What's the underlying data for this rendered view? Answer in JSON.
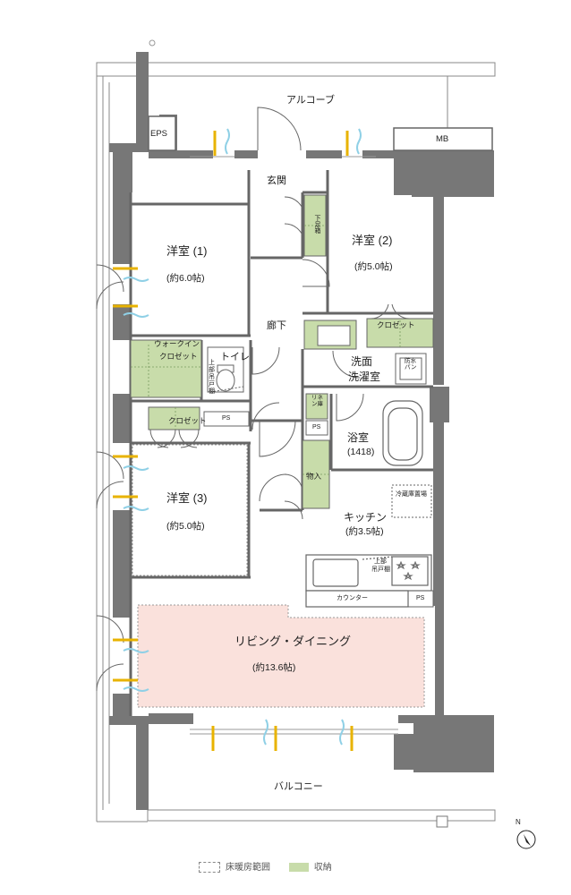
{
  "rooms": {
    "alcove": "アルコーブ",
    "eps": "EPS",
    "mb": "MB",
    "entrance": "玄関",
    "shoe_storage": "下足箱",
    "western1": {
      "name": "洋室 (1)",
      "size": "(約6.0帖)"
    },
    "western2": {
      "name": "洋室 (2)",
      "size": "(約5.0帖)"
    },
    "western3": {
      "name": "洋室 (3)",
      "size": "(約5.0帖)"
    },
    "hallway": "廊下",
    "closet": "クロゼット",
    "walkin_closet": [
      "ウォークイン",
      "クロゼット"
    ],
    "toilet": "トイレ",
    "upper_cabinet": [
      "上",
      "部",
      "吊",
      "戸",
      "棚"
    ],
    "ps": "PS",
    "washroom": [
      "洗面",
      "洗濯室"
    ],
    "waterproof_pan": [
      "防",
      "水",
      "パ",
      "ン"
    ],
    "linen": [
      "リ",
      "ネ",
      "ン",
      "庫"
    ],
    "bathroom": {
      "name": "浴室",
      "size": "(1418)"
    },
    "storage": "物入",
    "fridge": "冷蔵庫置場",
    "kitchen": {
      "name": "キッチン",
      "size": "(約3.5帖)"
    },
    "kitchen_upper": [
      "上部",
      "吊戸棚"
    ],
    "counter": "カウンター",
    "living": {
      "name": "リビング・ダイニング",
      "size": "(約13.6帖)"
    },
    "balcony": "バルコニー"
  },
  "compass": {
    "label": "N"
  },
  "legend": {
    "floor_heating": "床暖房範囲",
    "storage": "収納"
  },
  "colors": {
    "wall": "#777777",
    "storage": "#c8dcaa",
    "living_floor_heating": "#fae1dc",
    "air_warm": "#e8b300",
    "air_cool": "#8fd0e6"
  }
}
